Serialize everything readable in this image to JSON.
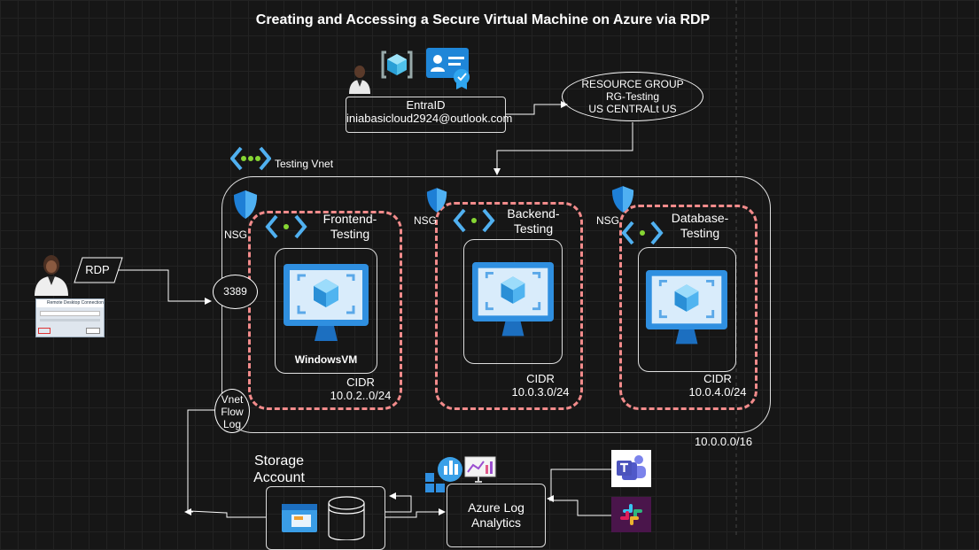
{
  "title": "Creating and Accessing a Secure Virtual Machine on Azure via RDP",
  "entra": {
    "name": "EntraID",
    "email": "iniabasicloud2924@outlook.com"
  },
  "resource_group": {
    "line1": "RESOURCE GROUP",
    "line2": "RG-Testing",
    "line3": "US CENTRALt US"
  },
  "vnet": {
    "label": "Testing Vnet",
    "cidr": "10.0.0.0/16"
  },
  "rdp": {
    "label": "RDP",
    "port": "3389"
  },
  "nsg_label": "NSG",
  "subnets": [
    {
      "name_l1": "Frontend-",
      "name_l2": "Testing",
      "vm_label": "WindowsVM",
      "cidr_label": "CIDR",
      "cidr": "10.0.2..0/24"
    },
    {
      "name_l1": "Backend-",
      "name_l2": "Testing",
      "cidr_label": "CIDR",
      "cidr": "10.0.3.0/24"
    },
    {
      "name_l1": "Database-",
      "name_l2": "Testing",
      "cidr_label": "CIDR",
      "cidr": "10.0.4.0/24"
    }
  ],
  "flowlog": {
    "l1": "Vnet",
    "l2": "Flow",
    "l3": "Log"
  },
  "storage": {
    "l1": "Storage",
    "l2": "Account"
  },
  "log_analytics": {
    "l1": "Azure Log",
    "l2": "Analytics"
  },
  "rdp_window": {
    "title": "Remote Desktop Connection"
  },
  "colors": {
    "subnet_border": "#f28b8b",
    "azure_blue": "#0078d4",
    "line": "#ffffff"
  }
}
